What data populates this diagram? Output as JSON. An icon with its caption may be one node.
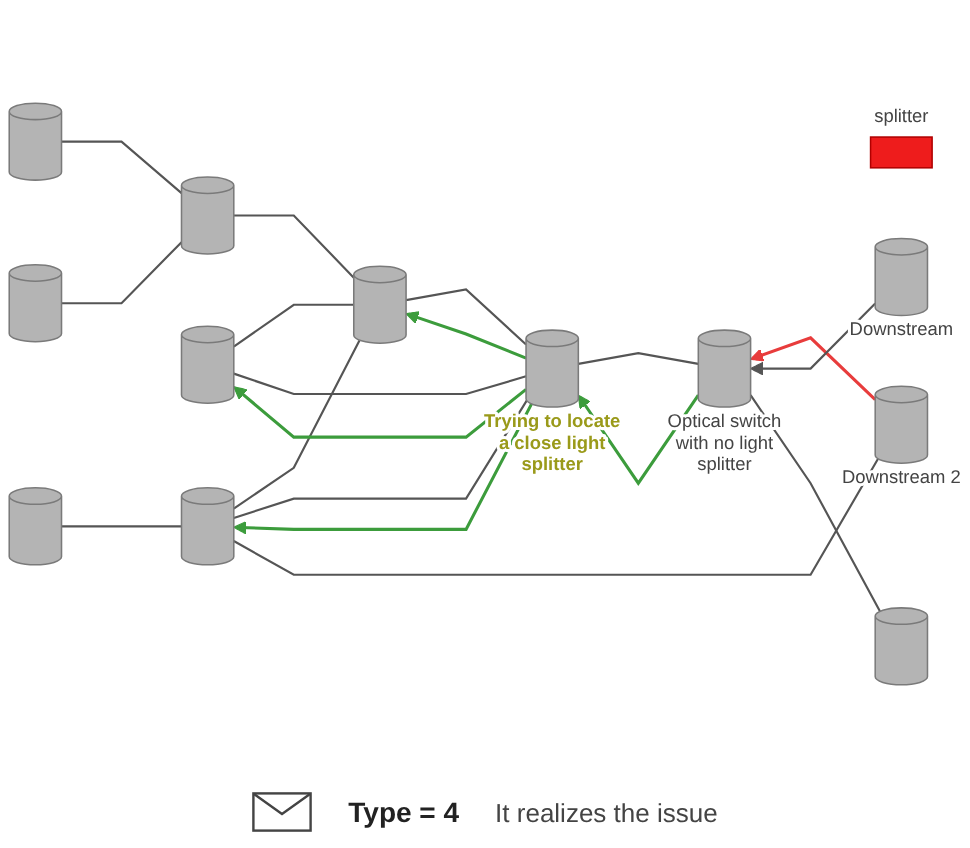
{
  "diagram": {
    "nodes": [
      {
        "text": [],
        "shape": "cylinder"
      },
      {
        "text": [],
        "shape": "cylinder"
      },
      {
        "text": [],
        "shape": "cylinder"
      },
      {
        "text": [],
        "shape": "box",
        "beside": [
          "splitter"
        ]
      },
      {
        "text": [],
        "shape": "cylinder"
      },
      {
        "text": [],
        "shape": "cylinder"
      },
      {
        "text": [],
        "shape": "cylinder"
      },
      {
        "text": [],
        "shape": "cylinder"
      },
      {
        "text": [],
        "shape": "cylinder",
        "beside": [
          "Trying to locate a close light splitter"
        ]
      },
      {
        "text": [],
        "shape": "cylinder",
        "beside": [
          "Downstream 2"
        ]
      },
      {
        "text": [],
        "shape": "cylinder",
        "beside": [
          "Optical switch with no light splitter"
        ]
      },
      {
        "text": [],
        "shape": "cylinder",
        "beside": [
          "Downstream"
        ]
      },
      {
        "text": [],
        "shape": "cylinder"
      }
    ],
    "edges": [
      {
        "from": 1,
        "to": 0,
        "arrow": "none"
      },
      {
        "from": 1,
        "to": 2,
        "arrow": "none"
      },
      {
        "from": 4,
        "to": 1,
        "arrow": "none"
      },
      {
        "from": 4,
        "to": 6,
        "arrow": "none"
      },
      {
        "from": 4,
        "to": 7,
        "arrow": "none"
      },
      {
        "from": 8,
        "to": 4,
        "arrow": "none"
      },
      {
        "from": 8,
        "to": 4,
        "arrow": "to",
        "color": "#3c9c3c"
      },
      {
        "from": 8,
        "to": 6,
        "arrow": "none"
      },
      {
        "from": 8,
        "to": 6,
        "arrow": "to",
        "color": "#3c9c3c"
      },
      {
        "from": 8,
        "to": 7,
        "arrow": "none"
      },
      {
        "from": 8,
        "to": 7,
        "arrow": "to",
        "color": "#3c9c3c"
      },
      {
        "from": 7,
        "to": 5,
        "arrow": "none"
      },
      {
        "from": 9,
        "to": 7,
        "arrow": "none"
      },
      {
        "from": 10,
        "to": 8,
        "arrow": "none"
      },
      {
        "from": 10,
        "to": 8,
        "arrow": "to",
        "color": "#3c9c3c"
      },
      {
        "from": 9,
        "to": 10,
        "arrow": "to",
        "color": "#e83c3c"
      },
      {
        "from": 11,
        "to": 10,
        "arrow": "to"
      },
      {
        "from": 12,
        "to": 10,
        "arrow": "none"
      }
    ],
    "labels": [
      "Type = 4",
      "It realizes the issue"
    ]
  }
}
